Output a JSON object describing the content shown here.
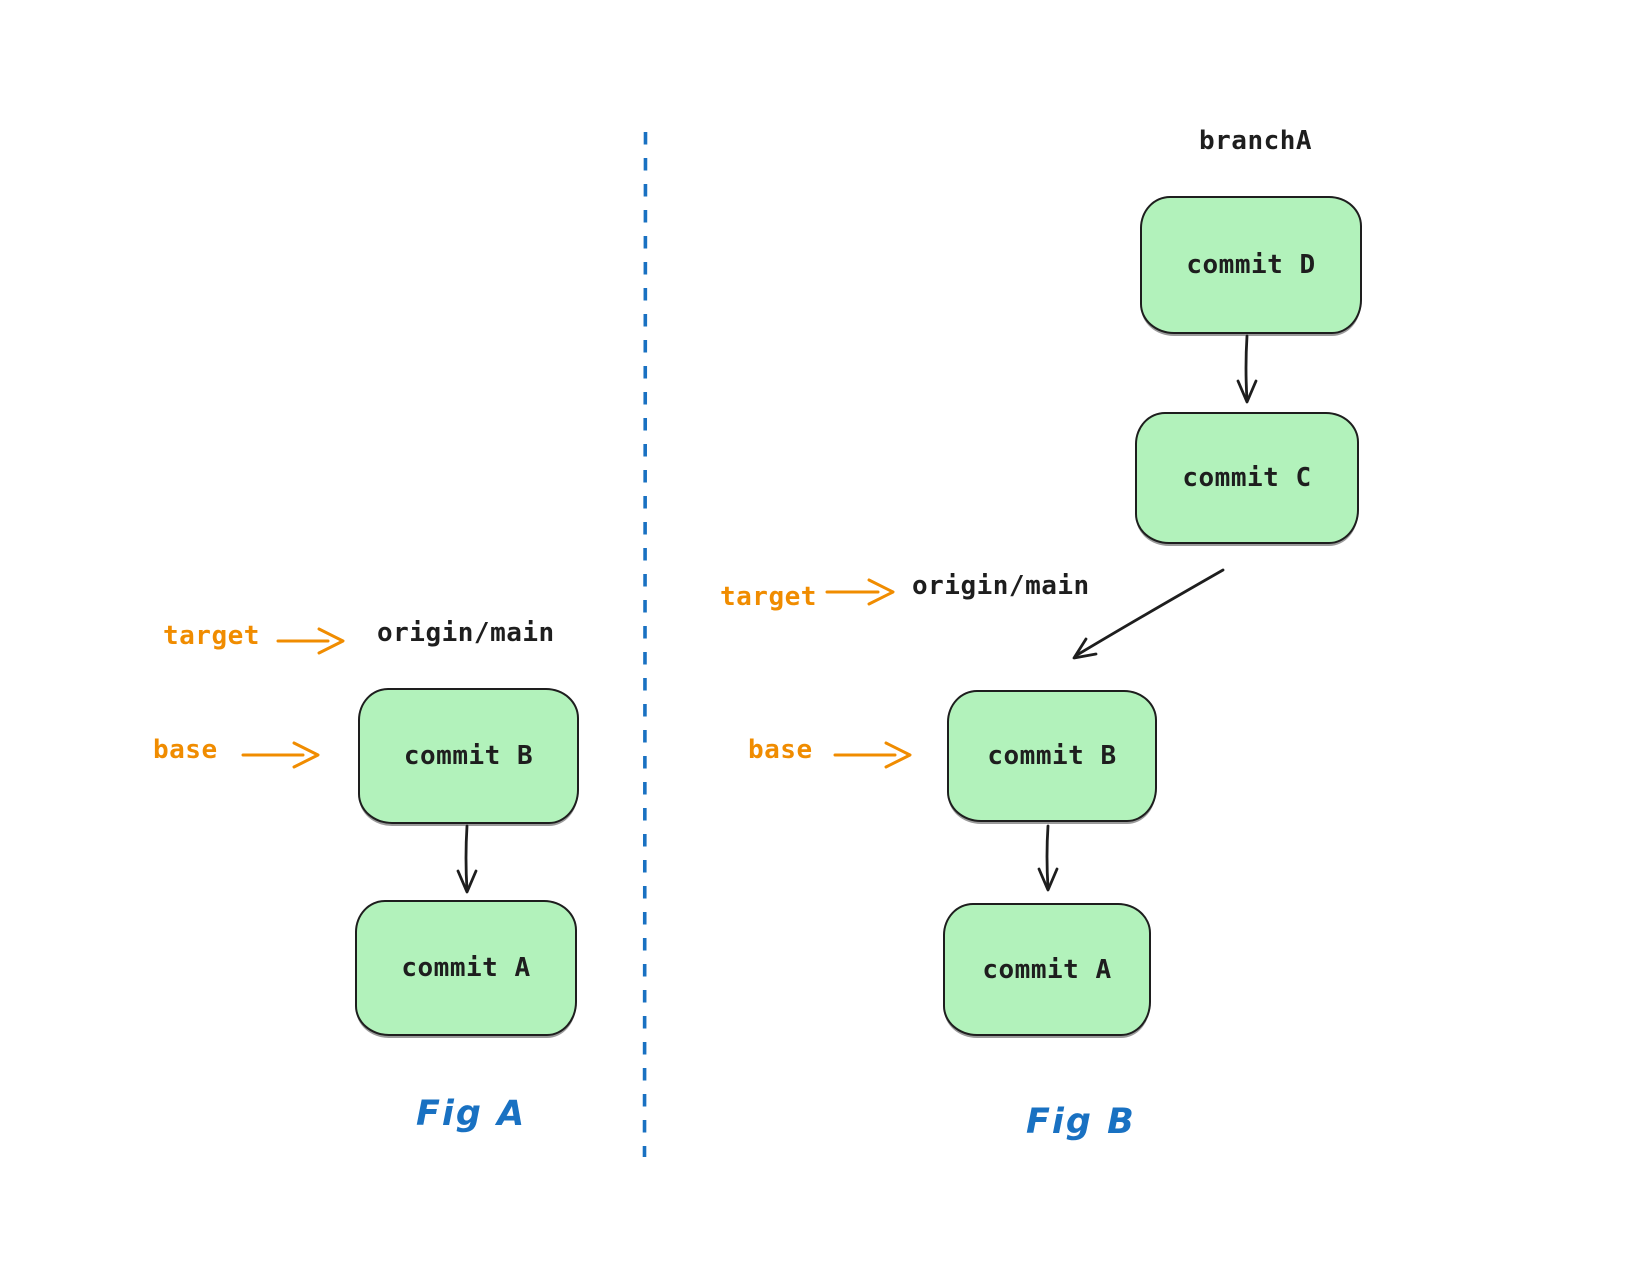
{
  "canvas": {
    "background": "#ffffff"
  },
  "colors": {
    "node_fill": "#b2f2bb",
    "node_stroke": "#1e1e1e",
    "text_dark": "#1e1e1e",
    "label_orange": "#f08c00",
    "accent_blue": "#1971c2"
  },
  "fig_a": {
    "caption": "Fig A",
    "target": {
      "label": "target",
      "ref": "origin/main"
    },
    "base": {
      "label": "base"
    },
    "commits": [
      {
        "label": "commit B"
      },
      {
        "label": "commit A"
      }
    ],
    "edges": [
      "commit B -> commit A"
    ]
  },
  "fig_b": {
    "caption": "Fig B",
    "branch": "branchA",
    "target": {
      "label": "target",
      "ref": "origin/main"
    },
    "base": {
      "label": "base"
    },
    "commits": [
      {
        "label": "commit D"
      },
      {
        "label": "commit C"
      },
      {
        "label": "commit B"
      },
      {
        "label": "commit A"
      }
    ],
    "edges": [
      "commit D -> commit C",
      "commit C -> commit B (curved)",
      "commit B -> commit A"
    ]
  }
}
